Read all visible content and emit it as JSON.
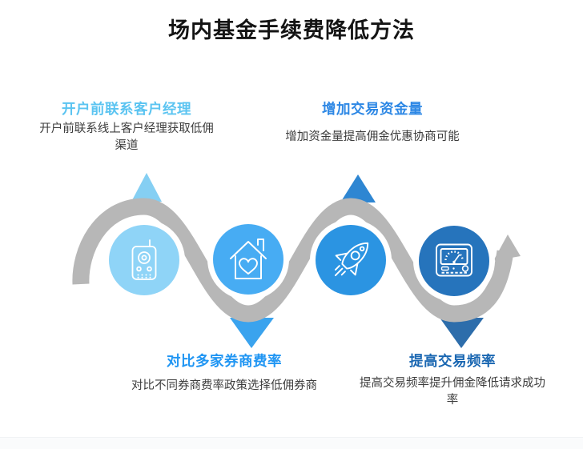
{
  "title": "场内基金手续费降低方法",
  "steps": [
    {
      "heading": "开户前联系客户经理",
      "description": "开户前联系线上客户经理获取低佣渠道",
      "label_position": "top",
      "icon": "phone-icon",
      "heading_color": "#5bc4f1",
      "circle_color": "#8fd4f7",
      "arrow_color": "#85cff3",
      "arrow_direction": "up"
    },
    {
      "heading": "对比多家券商费率",
      "description": "对比不同券商费率政策选择低佣券商",
      "label_position": "bottom",
      "icon": "house-heart-icon",
      "heading_color": "#2196f3",
      "circle_color": "#47acf3",
      "arrow_color": "#3aa3ee",
      "arrow_direction": "down"
    },
    {
      "heading": "增加交易资金量",
      "description": "增加资金量提高佣金优惠协商可能",
      "label_position": "top",
      "icon": "rocket-icon",
      "heading_color": "#2e88e5",
      "circle_color": "#2b94e2",
      "arrow_color": "#2e86d2",
      "arrow_direction": "up"
    },
    {
      "heading": "提高交易频率",
      "description": "提高交易频率提升佣金降低请求成功率",
      "label_position": "bottom",
      "icon": "gauge-icon",
      "heading_color": "#1a67b2",
      "circle_color": "#2674bc",
      "arrow_color": "#2d6dab",
      "arrow_direction": "down"
    }
  ],
  "colors": {
    "title_text": "#141414",
    "body_text": "#3c3c3c",
    "wave_gray": "#b7b7b7",
    "icon_stroke": "#ffffff",
    "background": "#ffffff"
  }
}
